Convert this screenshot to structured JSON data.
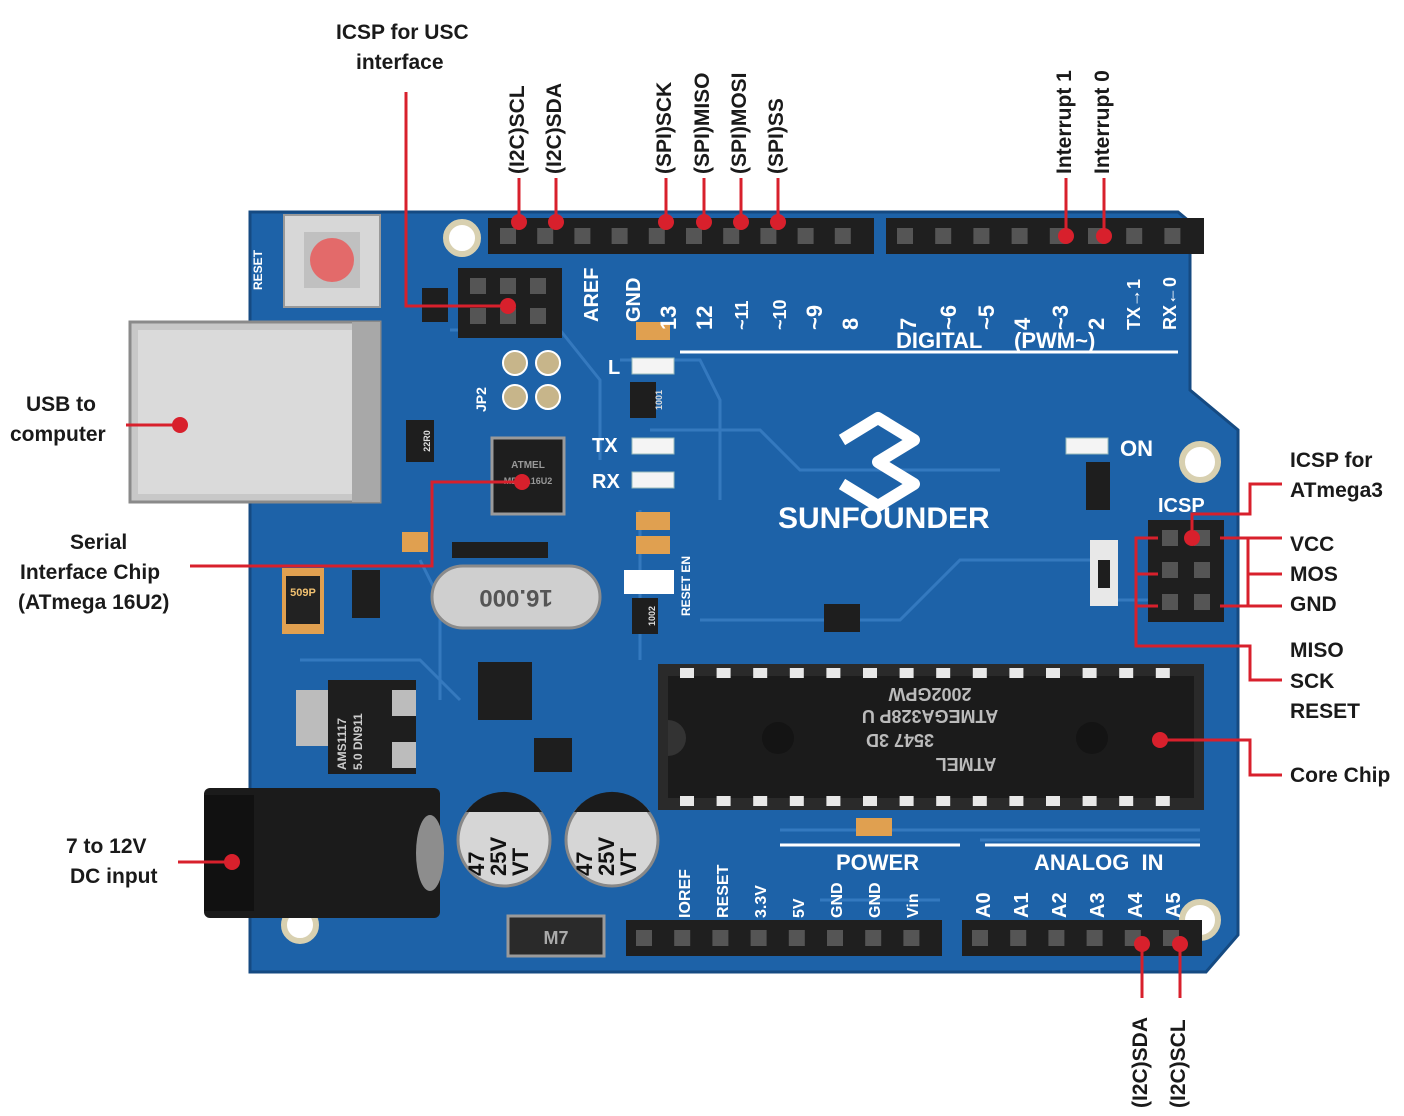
{
  "board": {
    "brand": "SUNFOUNDER",
    "silkscreen": {
      "reset": "RESET",
      "aref": "AREF",
      "gnd": "GND",
      "digital_pins": [
        "13",
        "12",
        "~11",
        "~10",
        "~9",
        "8",
        "7",
        "~6",
        "~5",
        "4",
        "~3",
        "2",
        "TX→1",
        "RX←0"
      ],
      "digital": "DIGITAL",
      "pwm": "(PWM~)",
      "l": "L",
      "tx": "TX",
      "rx": "RX",
      "on": "ON",
      "icsp": "ICSP",
      "jp2": "JP2",
      "reset_en": "RESET EN",
      "power": "POWER",
      "power_pins": [
        "IOREF",
        "RESET",
        "3.3V",
        "5V",
        "GND",
        "GND",
        "Vin"
      ],
      "analog": "ANALOG  IN",
      "analog_pins": [
        "A0",
        "A1",
        "A2",
        "A3",
        "A4",
        "A5"
      ]
    },
    "components": {
      "crystal": "16.000",
      "fuse": "509P",
      "regulator_1": "AMS1117",
      "regulator_2": "5.0 DN911",
      "cap_1": [
        "47",
        "25V",
        "VT"
      ],
      "cap_2": [
        "47",
        "25V",
        "VT"
      ],
      "diode": "M7",
      "resistor_1": "1001",
      "resistor_2": "1002",
      "resistor_3": "22R0",
      "core_line_1": "ATMEGA328P U",
      "core_line_2": "2002GPW",
      "core_line_3": "3547 3D",
      "core_brand": "ATMEL",
      "serial_chip_1": "ATMEL",
      "serial_chip_2": "MEGA16U2"
    }
  },
  "callouts": {
    "icsp_usc_1": "ICSP for USC",
    "icsp_usc_2": "interface",
    "i2c_scl_top": "(I2C)SCL",
    "i2c_sda_top": "(I2C)SDA",
    "spi_sck": "(SPI)SCK",
    "spi_miso": "(SPI)MISO",
    "spi_mosi": "(SPI)MOSI",
    "spi_ss": "(SPI)SS",
    "interrupt_1": "Interrupt 1",
    "interrupt_0": "Interrupt 0",
    "usb_1": "USB to",
    "usb_2": "computer",
    "serial_1": "Serial",
    "serial_2": "Interface Chip",
    "serial_3": "(ATmega 16U2)",
    "icsp_atmega_1": "ICSP for",
    "icsp_atmega_2": "ATmega3",
    "vcc": "VCC",
    "mos": "MOS",
    "gnd": "GND",
    "miso": "MISO",
    "sck": "SCK",
    "reset": "RESET",
    "core_chip": "Core Chip",
    "dc_1": "7 to 12V",
    "dc_2": "DC input",
    "i2c_sda_bottom": "(I2C)SDA",
    "i2c_scl_bottom": "(I2C)SCL"
  },
  "colors": {
    "pcb": "#1d62a8",
    "pcb_dark": "#174f8c",
    "trace": "#3b7fc4",
    "header": "#1f1f1f",
    "callout": "#d8202c",
    "metal": "#c8c8c8"
  }
}
